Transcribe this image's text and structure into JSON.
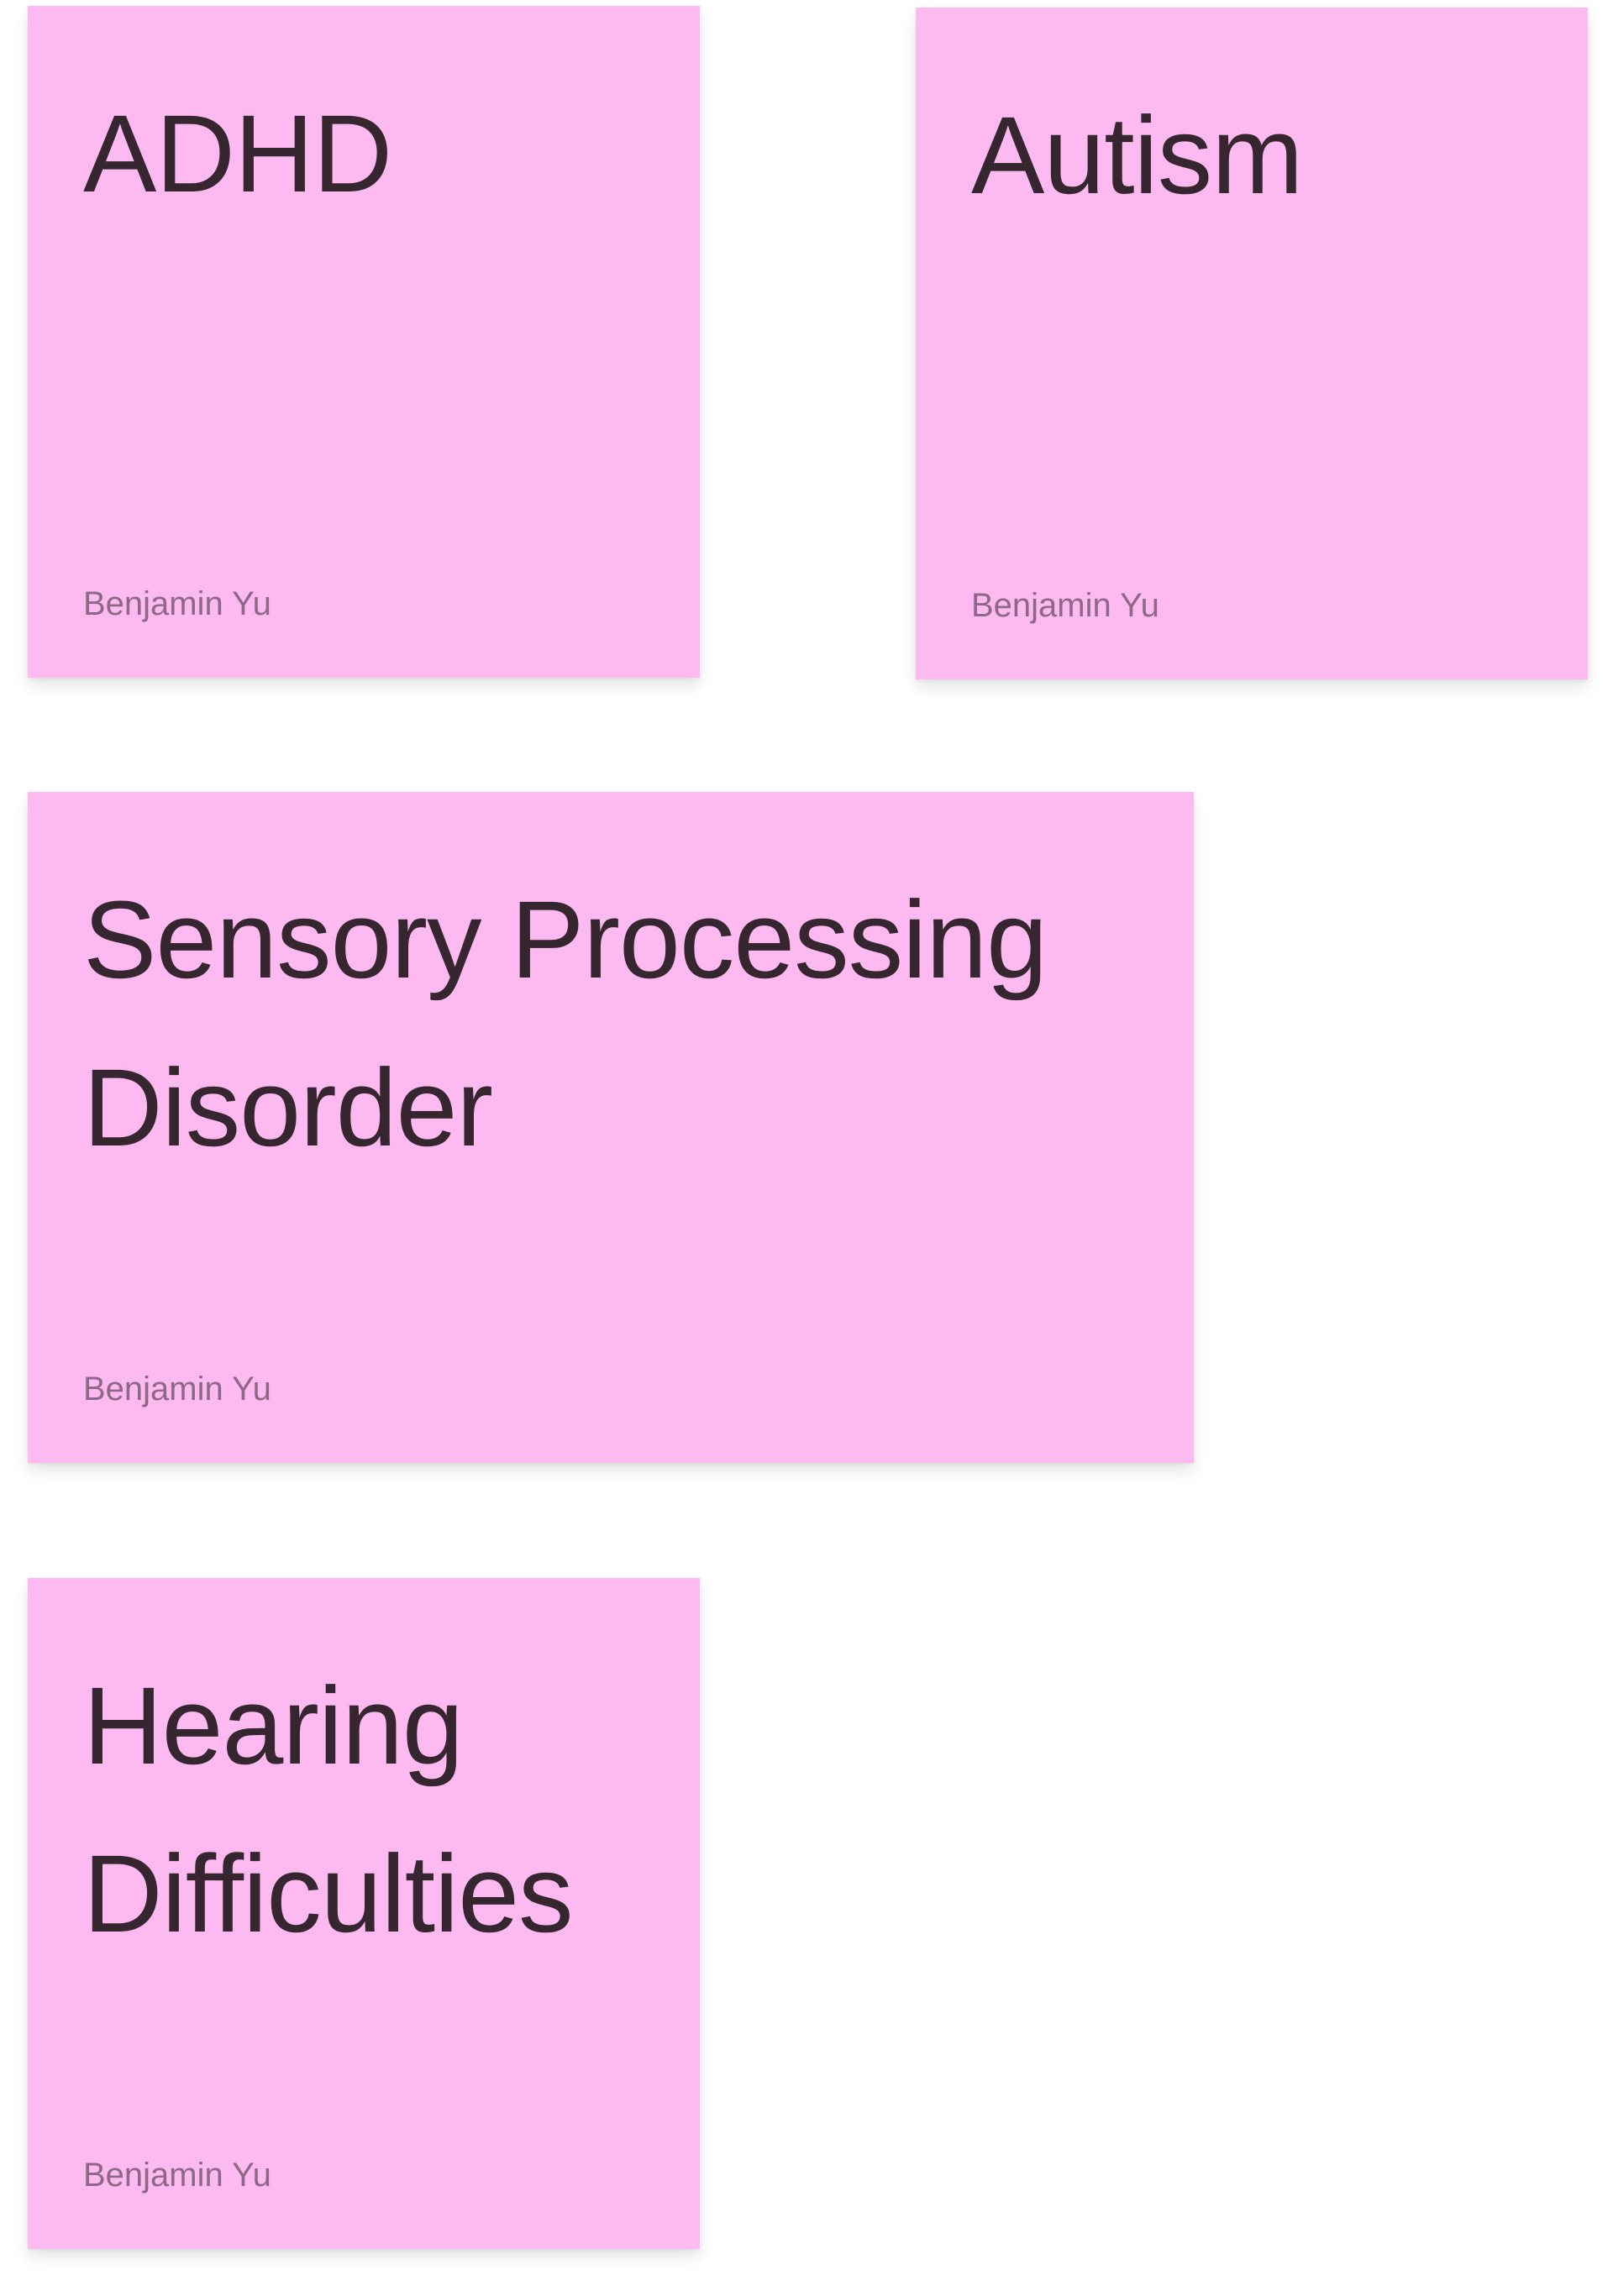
{
  "colors": {
    "note_background": "#fdbaf1",
    "title_text": "#35262f",
    "author_text": "#8e6887"
  },
  "notes": [
    {
      "title": "ADHD",
      "author": "Benjamin Yu"
    },
    {
      "title": "Autism",
      "author": "Benjamin Yu"
    },
    {
      "title": "Sensory Processing Disorder",
      "author": "Benjamin Yu"
    },
    {
      "title": "Hearing Difficulties",
      "author": "Benjamin Yu"
    }
  ]
}
